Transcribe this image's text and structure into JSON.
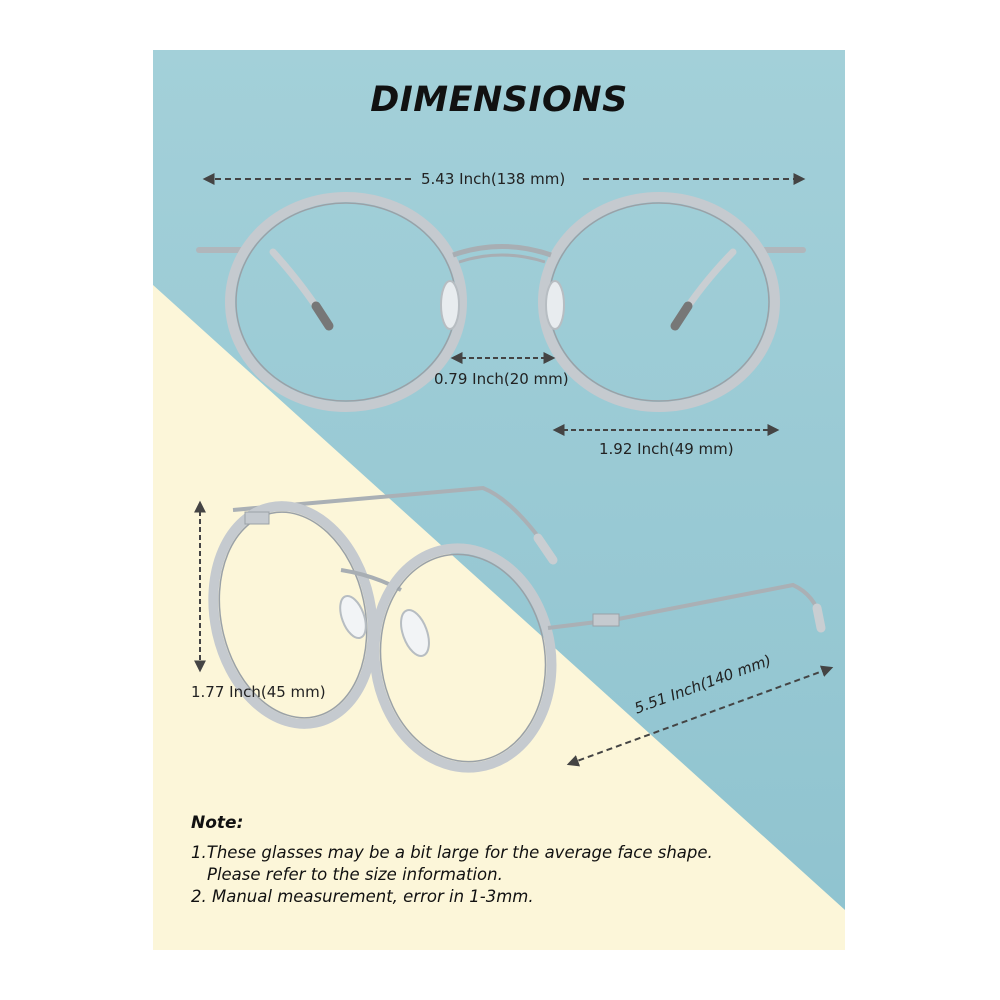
{
  "title": "DIMENSIONS",
  "measurements": {
    "total_width": "5.43 Inch(138 mm)",
    "bridge_width": "0.79 Inch(20 mm)",
    "lens_width": "1.92 Inch(49 mm)",
    "lens_height": "1.77 Inch(45 mm)",
    "temple_length": "5.51 Inch(140 mm)"
  },
  "note": {
    "heading": "Note:",
    "line1": "1.These glasses may be a bit large for the average face shape.",
    "line2": "Please refer to the size information.",
    "line3": "2. Manual measurement, error in 1-3mm."
  },
  "colors": {
    "blue_bg": "#9ecdd8",
    "cream_bg": "#fcf6d9",
    "frame": "#b8bec4",
    "arrow": "#444444"
  }
}
